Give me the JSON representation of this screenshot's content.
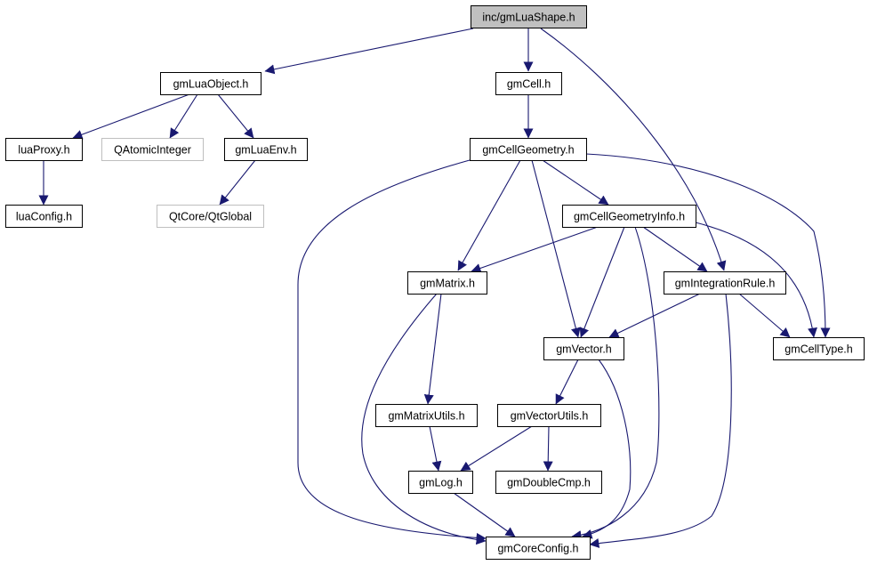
{
  "colors": {
    "edge": "#191970",
    "node_border": "#000000",
    "node_fill": "#ffffff",
    "root_fill": "#c0c0c0",
    "external_border": "#bfbfbf",
    "text": "#000000"
  },
  "nodes": {
    "root": {
      "label": "inc/gmLuaShape.h",
      "kind": "root"
    },
    "gmLuaObject": {
      "label": "gmLuaObject.h",
      "kind": "file"
    },
    "gmCell": {
      "label": "gmCell.h",
      "kind": "file"
    },
    "luaProxy": {
      "label": "luaProxy.h",
      "kind": "file"
    },
    "QAtomicInteger": {
      "label": "QAtomicInteger",
      "kind": "external"
    },
    "gmLuaEnv": {
      "label": "gmLuaEnv.h",
      "kind": "file"
    },
    "gmCellGeometry": {
      "label": "gmCellGeometry.h",
      "kind": "file"
    },
    "luaConfig": {
      "label": "luaConfig.h",
      "kind": "file"
    },
    "QtGlobal": {
      "label": "QtCore/QtGlobal",
      "kind": "external"
    },
    "gmCellGeometryInfo": {
      "label": "gmCellGeometryInfo.h",
      "kind": "file"
    },
    "gmMatrix": {
      "label": "gmMatrix.h",
      "kind": "file"
    },
    "gmIntegrationRule": {
      "label": "gmIntegrationRule.h",
      "kind": "file"
    },
    "gmVector": {
      "label": "gmVector.h",
      "kind": "file"
    },
    "gmCellType": {
      "label": "gmCellType.h",
      "kind": "file"
    },
    "gmMatrixUtils": {
      "label": "gmMatrixUtils.h",
      "kind": "file"
    },
    "gmVectorUtils": {
      "label": "gmVectorUtils.h",
      "kind": "file"
    },
    "gmLog": {
      "label": "gmLog.h",
      "kind": "file"
    },
    "gmDoubleCmp": {
      "label": "gmDoubleCmp.h",
      "kind": "file"
    },
    "gmCoreConfig": {
      "label": "gmCoreConfig.h",
      "kind": "file"
    }
  },
  "edges": [
    [
      "root",
      "gmLuaObject"
    ],
    [
      "root",
      "gmCell"
    ],
    [
      "root",
      "gmIntegrationRule"
    ],
    [
      "gmLuaObject",
      "luaProxy"
    ],
    [
      "gmLuaObject",
      "QAtomicInteger"
    ],
    [
      "gmLuaObject",
      "gmLuaEnv"
    ],
    [
      "luaProxy",
      "luaConfig"
    ],
    [
      "gmLuaEnv",
      "QtGlobal"
    ],
    [
      "gmCell",
      "gmCellGeometry"
    ],
    [
      "gmCellGeometry",
      "gmCoreConfig"
    ],
    [
      "gmCellGeometry",
      "gmMatrix"
    ],
    [
      "gmCellGeometry",
      "gmVector"
    ],
    [
      "gmCellGeometry",
      "gmCellGeometryInfo"
    ],
    [
      "gmCellGeometry",
      "gmCellType"
    ],
    [
      "gmCellGeometryInfo",
      "gmMatrix"
    ],
    [
      "gmCellGeometryInfo",
      "gmVector"
    ],
    [
      "gmCellGeometryInfo",
      "gmCoreConfig"
    ],
    [
      "gmCellGeometryInfo",
      "gmIntegrationRule"
    ],
    [
      "gmCellGeometryInfo",
      "gmCellType"
    ],
    [
      "gmIntegrationRule",
      "gmVector"
    ],
    [
      "gmIntegrationRule",
      "gmCellType"
    ],
    [
      "gmIntegrationRule",
      "gmCoreConfig"
    ],
    [
      "gmMatrix",
      "gmMatrixUtils"
    ],
    [
      "gmMatrix",
      "gmCoreConfig"
    ],
    [
      "gmVector",
      "gmVectorUtils"
    ],
    [
      "gmVector",
      "gmCoreConfig"
    ],
    [
      "gmMatrixUtils",
      "gmLog"
    ],
    [
      "gmVectorUtils",
      "gmLog"
    ],
    [
      "gmVectorUtils",
      "gmDoubleCmp"
    ],
    [
      "gmLog",
      "gmCoreConfig"
    ]
  ]
}
